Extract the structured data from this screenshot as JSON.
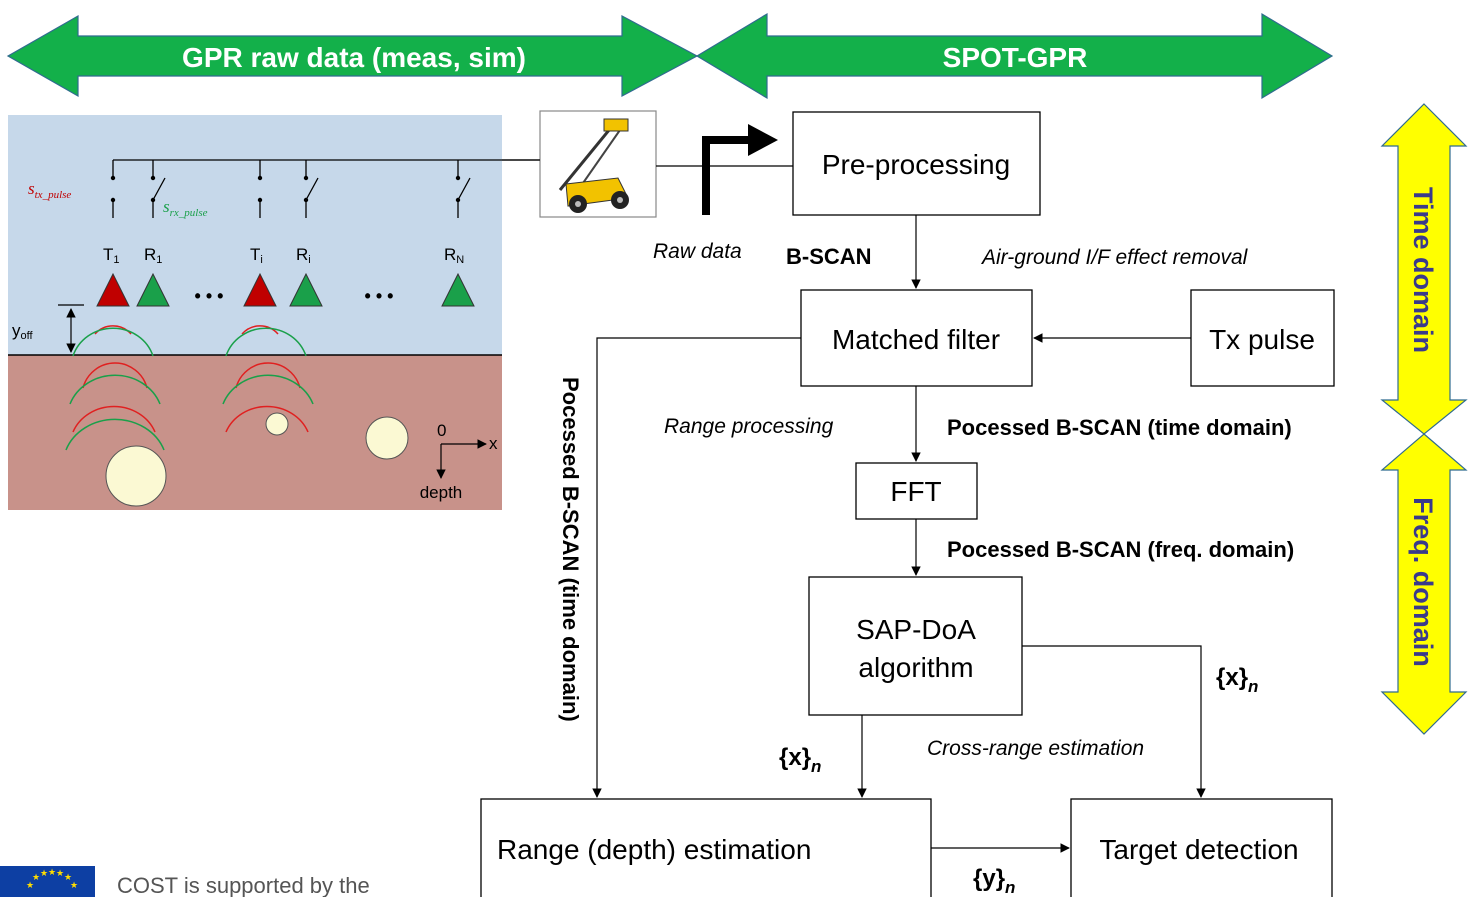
{
  "banners": {
    "left_label": "GPR raw data (meas, sim)",
    "right_label": "SPOT-GPR",
    "color": "#13b04a"
  },
  "domain_arrow": {
    "time_label": "Time domain",
    "freq_label": "Freq. domain",
    "color": "#ffff00"
  },
  "gpr_illustration": {
    "air_color": "#c6d8ea",
    "ground_color": "#c8928a",
    "tx_color": "#c00000",
    "rx_color": "#1aa04a",
    "s_tx": "s",
    "s_tx_sub": "tx_pulse",
    "s_rx": "s",
    "s_rx_sub": "rx_pulse",
    "labels": {
      "t1": "T",
      "t1_sub": "1",
      "r1": "R",
      "r1_sub": "1",
      "ti": "T",
      "ti_sub": "i",
      "ri": "R",
      "ri_sub": "i",
      "rn": "R",
      "rn_sub": "N"
    },
    "ellipsis": "• • •",
    "y_off": "y",
    "y_off_sub": "off",
    "axis_origin": "0",
    "axis_x": "x",
    "axis_depth": "depth"
  },
  "blocks": {
    "preprocessing": "Pre-processing",
    "matched_filter": "Matched filter",
    "tx_pulse": "Tx pulse",
    "fft": "FFT",
    "sap_doa_1": "SAP-DoA",
    "sap_doa_2": "algorithm",
    "range_estimation": "Range (depth) estimation",
    "target_detection": "Target detection"
  },
  "annotations": {
    "raw_data": "Raw data",
    "bscan": "B-SCAN",
    "air_ground": "Air-ground I/F effect removal",
    "range_processing": "Range processing",
    "processed_time": "Pocessed B-SCAN (time domain)",
    "processed_freq": "Pocessed B-SCAN (freq. domain)",
    "vertical_processed": "Pocessed B-SCAN (time domain)",
    "cross_range": "Cross-range estimation",
    "x_n_left": "{x}",
    "x_n_right": "{x}",
    "y_n": "{y}",
    "n": "n"
  },
  "footer": {
    "cost_text": "COST is supported by the",
    "eu_flag_color": "#0d3fa3",
    "eu_star_color": "#ffdd00"
  }
}
